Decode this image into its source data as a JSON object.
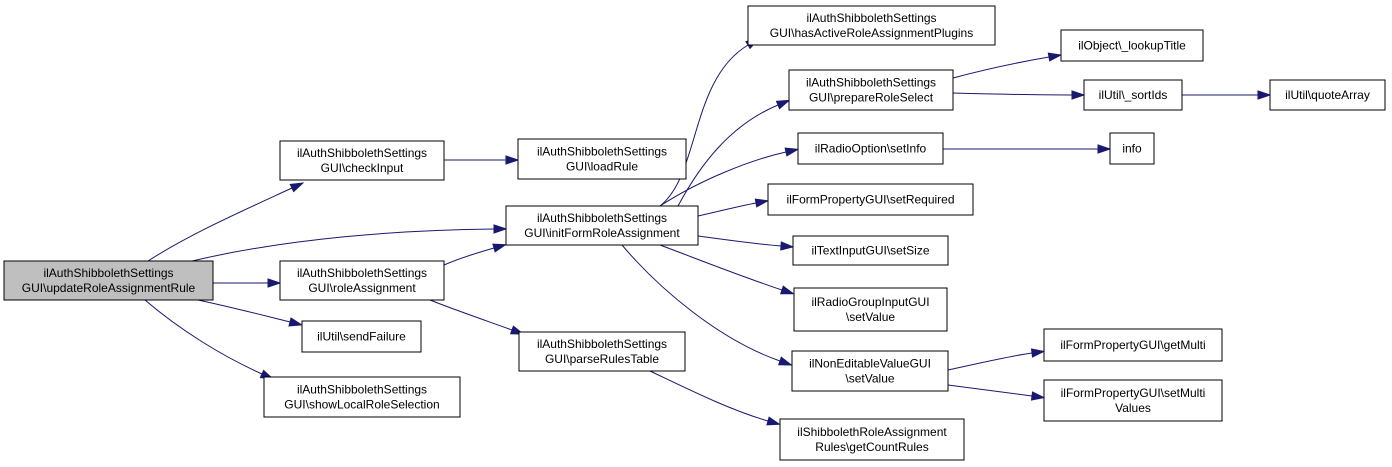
{
  "diagram": {
    "nodes": [
      {
        "id": "root",
        "lines": [
          "ilAuthShibbolethSettings",
          "GUI\\updateRoleAssignmentRule"
        ],
        "root": true
      },
      {
        "id": "checkInput",
        "lines": [
          "ilAuthShibbolethSettings",
          "GUI\\checkInput"
        ]
      },
      {
        "id": "initForm",
        "lines": [
          "ilAuthShibbolethSettings",
          "GUI\\initFormRoleAssignment"
        ]
      },
      {
        "id": "roleAssignment",
        "lines": [
          "ilAuthShibbolethSettings",
          "GUI\\roleAssignment"
        ]
      },
      {
        "id": "sendFailure",
        "lines": [
          "ilUtil\\sendFailure"
        ]
      },
      {
        "id": "showLocal",
        "lines": [
          "ilAuthShibbolethSettings",
          "GUI\\showLocalRoleSelection"
        ]
      },
      {
        "id": "loadRule",
        "lines": [
          "ilAuthShibbolethSettings",
          "GUI\\loadRule"
        ]
      },
      {
        "id": "parseRules",
        "lines": [
          "ilAuthShibbolethSettings",
          "GUI\\parseRulesTable"
        ]
      },
      {
        "id": "hasActive",
        "lines": [
          "ilAuthShibbolethSettings",
          "GUI\\hasActiveRoleAssignmentPlugins"
        ]
      },
      {
        "id": "prepareRole",
        "lines": [
          "ilAuthShibbolethSettings",
          "GUI\\prepareRoleSelect"
        ]
      },
      {
        "id": "setInfo",
        "lines": [
          "ilRadioOption\\setInfo"
        ]
      },
      {
        "id": "setRequired",
        "lines": [
          "ilFormPropertyGUI\\setRequired"
        ]
      },
      {
        "id": "setSize",
        "lines": [
          "ilTextInputGUI\\setSize"
        ]
      },
      {
        "id": "radioSetValue",
        "lines": [
          "ilRadioGroupInputGUI",
          "\\setValue"
        ]
      },
      {
        "id": "nonEditSetValue",
        "lines": [
          "ilNonEditableValueGUI",
          "\\setValue"
        ]
      },
      {
        "id": "getCountRules",
        "lines": [
          "ilShibbolethRoleAssignment",
          "Rules\\getCountRules"
        ]
      },
      {
        "id": "lookupTitle",
        "lines": [
          "ilObject\\_lookupTitle"
        ]
      },
      {
        "id": "sortIds",
        "lines": [
          "ilUtil\\_sortIds"
        ]
      },
      {
        "id": "quoteArray",
        "lines": [
          "ilUtil\\quoteArray"
        ]
      },
      {
        "id": "info",
        "lines": [
          "info"
        ]
      },
      {
        "id": "getMulti",
        "lines": [
          "ilFormPropertyGUI\\getMulti"
        ]
      },
      {
        "id": "setMultiValues",
        "lines": [
          "ilFormPropertyGUI\\setMulti",
          "Values"
        ]
      }
    ],
    "edges": [
      {
        "from": "root",
        "to": "checkInput"
      },
      {
        "from": "root",
        "to": "initForm"
      },
      {
        "from": "root",
        "to": "roleAssignment"
      },
      {
        "from": "root",
        "to": "sendFailure"
      },
      {
        "from": "root",
        "to": "showLocal"
      },
      {
        "from": "checkInput",
        "to": "loadRule"
      },
      {
        "from": "roleAssignment",
        "to": "initForm"
      },
      {
        "from": "roleAssignment",
        "to": "parseRules"
      },
      {
        "from": "initForm",
        "to": "hasActive"
      },
      {
        "from": "initForm",
        "to": "prepareRole"
      },
      {
        "from": "initForm",
        "to": "setInfo"
      },
      {
        "from": "initForm",
        "to": "setRequired"
      },
      {
        "from": "initForm",
        "to": "setSize"
      },
      {
        "from": "initForm",
        "to": "radioSetValue"
      },
      {
        "from": "initForm",
        "to": "nonEditSetValue"
      },
      {
        "from": "parseRules",
        "to": "getCountRules"
      },
      {
        "from": "prepareRole",
        "to": "lookupTitle"
      },
      {
        "from": "prepareRole",
        "to": "sortIds"
      },
      {
        "from": "sortIds",
        "to": "quoteArray"
      },
      {
        "from": "setInfo",
        "to": "info"
      },
      {
        "from": "nonEditSetValue",
        "to": "getMulti"
      },
      {
        "from": "nonEditSetValue",
        "to": "setMultiValues"
      }
    ]
  }
}
